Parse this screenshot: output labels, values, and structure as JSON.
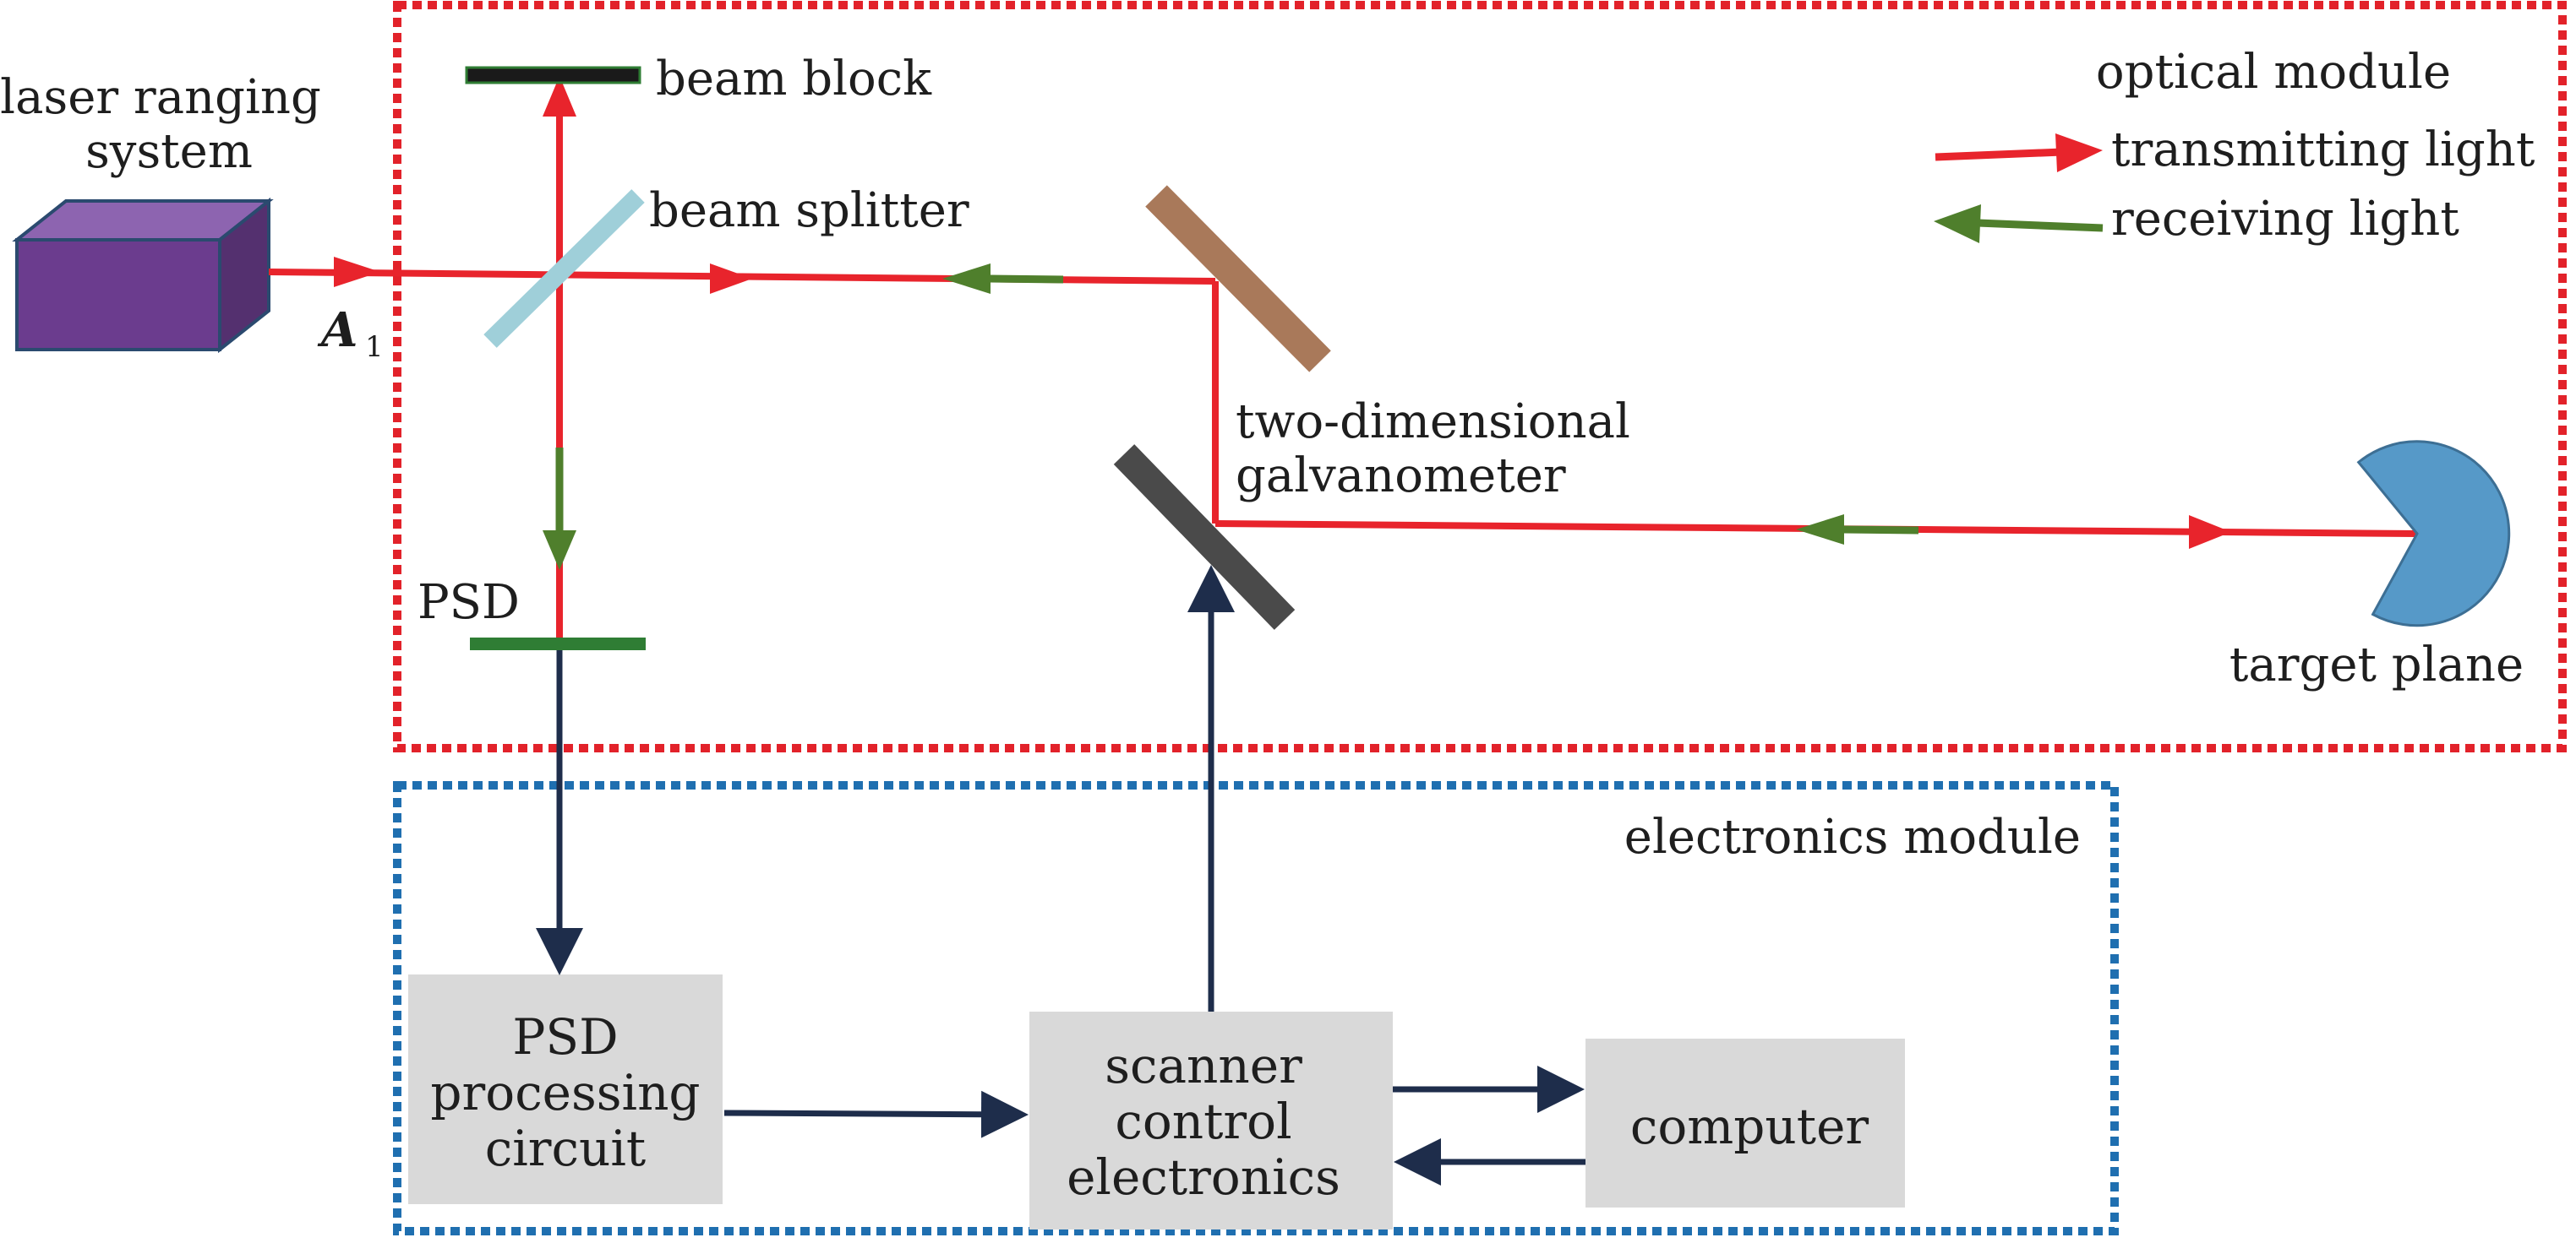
{
  "labels": {
    "laser_line1": "laser ranging",
    "laser_line2": "system",
    "a1_letter": "A",
    "a1_subscript": "1",
    "beam_block": "beam block",
    "beam_splitter": "beam splitter",
    "psd": "PSD",
    "galvo_line1": "two-dimensional",
    "galvo_line2": "galvanometer",
    "target_plane": "target plane"
  },
  "optical_module": {
    "title": "optical module",
    "legend": [
      {
        "label": "transmitting light",
        "color": "#e8242c"
      },
      {
        "label": "receiving light",
        "color": "#4f7f2c"
      }
    ]
  },
  "electronics_module": {
    "title": "electronics module",
    "boxes": [
      {
        "lines": [
          "PSD",
          "processing",
          "circuit"
        ]
      },
      {
        "lines": [
          "scanner",
          "control",
          "electronics"
        ]
      },
      {
        "lines": [
          "computer"
        ]
      }
    ]
  },
  "colors": {
    "transmitting": "#e8242c",
    "receiving": "#4f7f2c",
    "signal": "#1e2d4b",
    "optical_border": "#e2222a",
    "electronics_border": "#1f6fb0",
    "laser_front": "#6b3c8e",
    "laser_top": "#8d64b0",
    "laser_side": "#54306f",
    "splitter": "#9fcfd9",
    "psd_detector": "#2f7d34",
    "beam_block": "#1a1a1a",
    "mirror_upper": "#a9795a",
    "mirror_lower": "#4a4a4a",
    "target": "#5699c8",
    "box_fill": "#d9d9d9"
  },
  "icons": [
    "laser-source",
    "beam-splitter",
    "beam-block",
    "psd-detector",
    "galvo-mirror",
    "target-plane"
  ]
}
